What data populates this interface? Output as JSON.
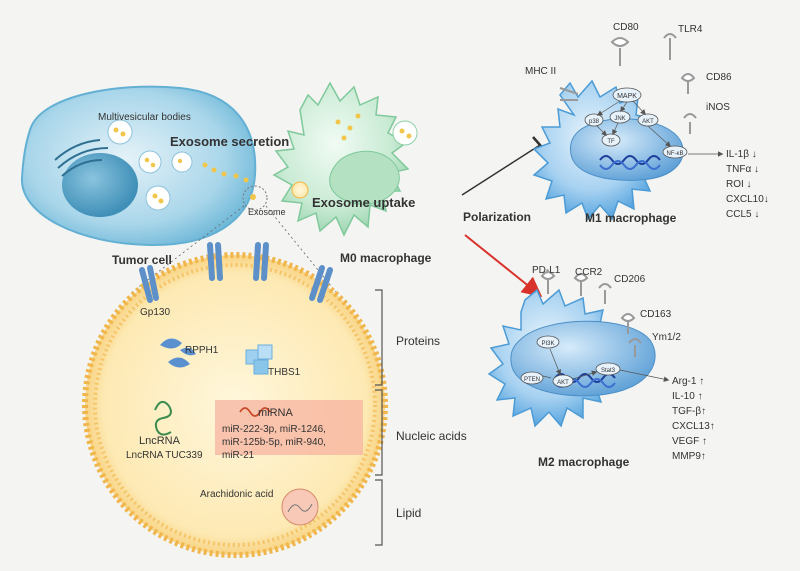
{
  "labels": {
    "multivesicular_bodies": "Multivesicular bodies",
    "exosome_secretion": "Exosome secretion",
    "exosome": "Exosome",
    "tumor_cell": "Tumor cell",
    "exosome_uptake": "Exosome uptake",
    "m0_macrophage": "M0 macrophage",
    "polarization": "Polarization",
    "m1_macrophage": "M1 macrophage",
    "m2_macrophage": "M2 macrophage",
    "gp130": "Gp130",
    "rpph1": "RPPH1",
    "thbs1": "THBS1",
    "mirna": "miRNA",
    "mirna_list_1": "miR-222-3p, miR-1246,",
    "mirna_list_2": "miR-125b-5p, miR-940,",
    "mirna_list_3": "miR-21",
    "lncrna": "LncRNA",
    "lncrna_tuc339": "LncRNA TUC339",
    "arachidonic_acid": "Arachidonic acid",
    "proteins": "Proteins",
    "nucleic_acids": "Nucleic acids",
    "lipid": "Lipid"
  },
  "m1": {
    "receptors": {
      "cd80": "CD80",
      "tlr4": "TLR4",
      "mhc2": "MHC II",
      "cd86": "CD86",
      "inos": "iNOS"
    },
    "signaling": {
      "mapk": "MAPK",
      "p38": "p38",
      "jnk": "JNK",
      "akt": "AKT",
      "tf": "TF",
      "nfkb": "NF-κB"
    },
    "outputs": [
      "IL-1β ↓",
      "TNFα ↓",
      "ROI ↓",
      "CXCL10↓",
      "CCL5 ↓"
    ]
  },
  "m2": {
    "receptors": {
      "pdl1": "PD-L1",
      "ccr2": "CCR2",
      "cd206": "CD206",
      "cd163": "CD163",
      "ym12": "Ym1/2"
    },
    "signaling": {
      "pi3k": "PI3K",
      "pten": "PTEN",
      "akt": "AKT",
      "stat3": "Stat3"
    },
    "outputs": [
      "Arg-1 ↑",
      "IL-10 ↑",
      "TGF-β↑",
      "CXCL13↑",
      "VEGF ↑",
      "MMP9↑"
    ]
  },
  "colors": {
    "inhibit_line": "#333333",
    "promote_arrow": "#d9322b",
    "up_arrow": "#d9322b",
    "down_arrow": "#333333"
  }
}
